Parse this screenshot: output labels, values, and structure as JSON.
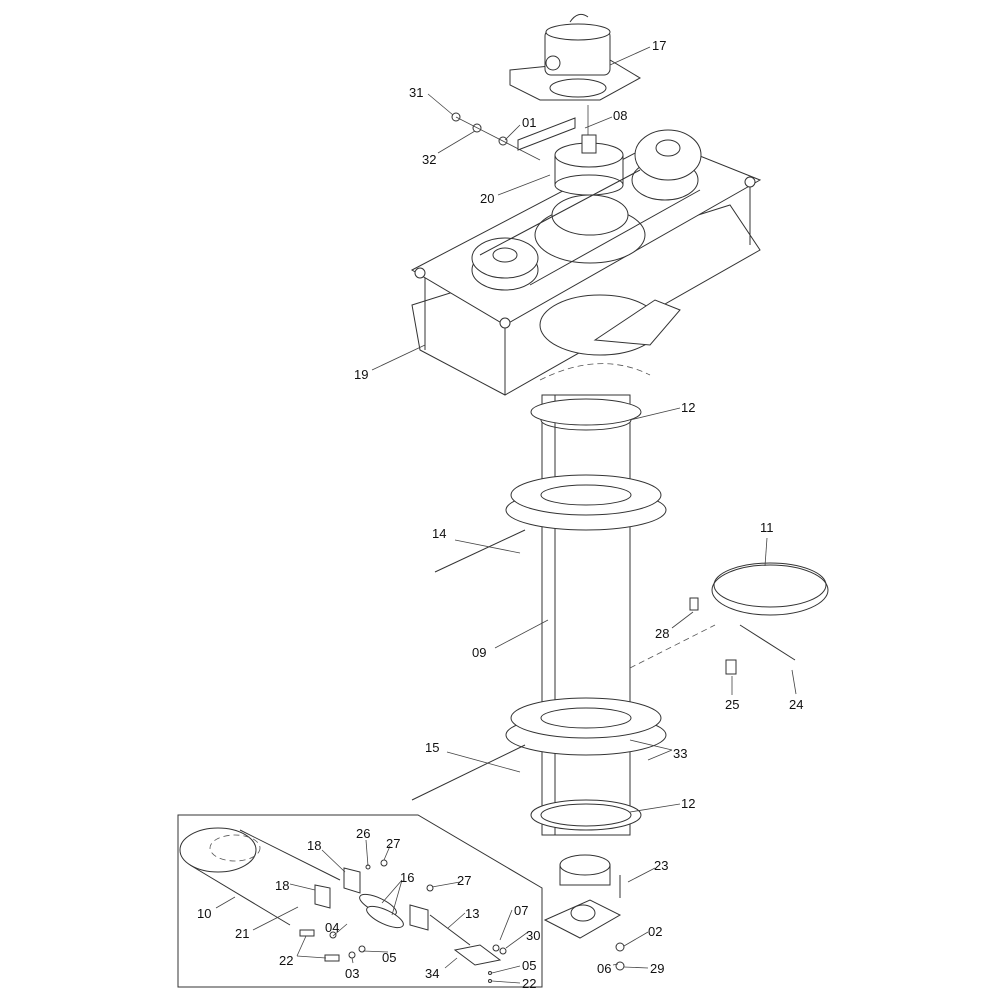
{
  "title": "Exploded parts diagram of column drive assembly",
  "callouts": {
    "c17": "17",
    "c31": "31",
    "c01": "01",
    "c32": "32",
    "c08": "08",
    "c20": "20",
    "c19": "19",
    "c12a": "12",
    "c14": "14",
    "c11": "11",
    "c28": "28",
    "c09": "09",
    "c25": "25",
    "c24": "24",
    "c15": "15",
    "c33": "33",
    "c12b": "12",
    "c23": "23",
    "c02": "02",
    "c06": "06",
    "c29": "29"
  },
  "detail_box": {
    "c26": "26",
    "c18a": "18",
    "c27a": "27",
    "c16": "16",
    "c18b": "18",
    "c27b": "27",
    "c10": "10",
    "c21": "21",
    "c04": "04",
    "c13": "13",
    "c07": "07",
    "c30": "30",
    "c22a": "22",
    "c03": "03",
    "c05a": "05",
    "c34": "34",
    "c05b": "05",
    "c22b": "22"
  }
}
